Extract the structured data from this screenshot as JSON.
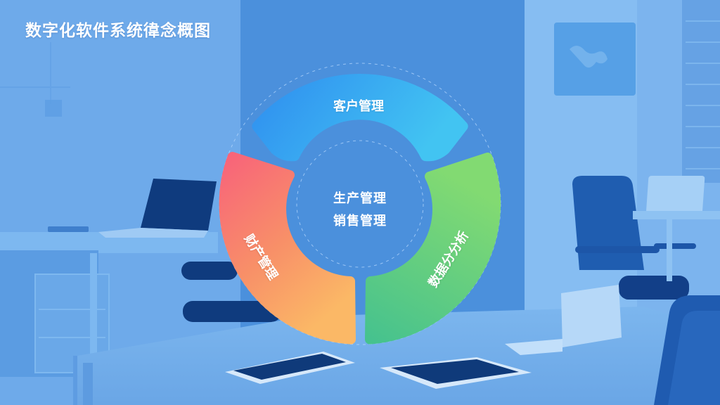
{
  "page": {
    "title": "数字化软件系统徫念概图"
  },
  "diagram": {
    "type": "ring",
    "center_items": [
      "生产管理",
      "销售管理"
    ],
    "segments": [
      {
        "label": "客户管理",
        "position": "top",
        "color_start": "#2f8ef0",
        "color_end": "#42c4f2"
      },
      {
        "label": "财产管理",
        "position": "left",
        "color_start": "#f66a78",
        "color_end": "#fbb766"
      },
      {
        "label": "数据分分析",
        "position": "right",
        "color_start": "#7fd870",
        "color_end": "#48c28c"
      }
    ]
  },
  "colors": {
    "background_tint": "#6aa8e8",
    "center_panel": "#4a90dc",
    "text": "#ffffff"
  }
}
